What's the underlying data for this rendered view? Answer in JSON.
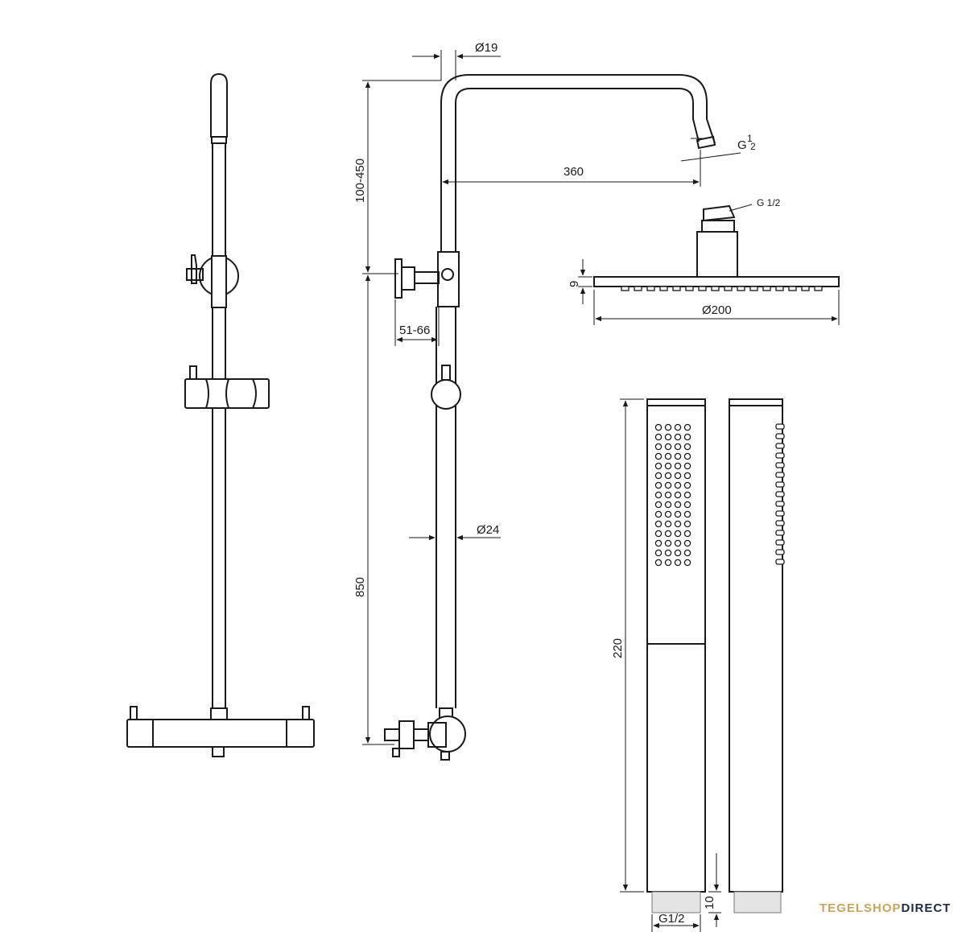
{
  "dimensions": {
    "pipe_top_dia": "Ø19",
    "g_half_top": "G",
    "g_half_fraction_num": "1",
    "g_half_fraction_den": "2",
    "arm_length": "360",
    "height_adjust": "100-450",
    "head_thread": "G 1/2",
    "head_thickness": "9",
    "head_diameter": "Ø200",
    "wall_offset": "51-66",
    "pipe_dia": "Ø24",
    "total_height": "850",
    "hand_length": "220",
    "thread_length": "10",
    "hand_thread": "G1/2"
  },
  "brand": {
    "part1": "TEGELSHOP",
    "part2": "DIRECT"
  }
}
